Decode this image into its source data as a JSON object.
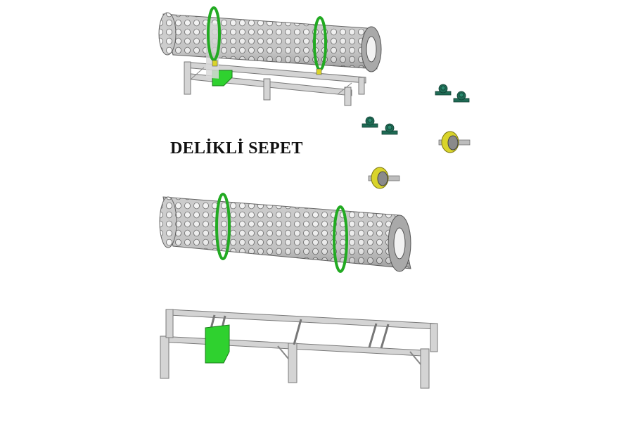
{
  "title": "DELİKLİ SEPET",
  "colors": {
    "background": "#ffffff",
    "metal": "#cfcfcf",
    "metal_dark": "#9a9a9a",
    "hole": "#f4f4f4",
    "ring_green": "#22aa22",
    "hopper_green": "#2fd12f",
    "bearing_teal": "#1f6b55",
    "roller_yellow": "#d9d42a"
  },
  "parts": {
    "assembled_machine": "perforated-drum-on-frame",
    "drum": "perforated-drum",
    "frame": "support-frame",
    "bearings": [
      "pillow-block-bearing",
      "pillow-block-bearing",
      "pillow-block-bearing",
      "pillow-block-bearing"
    ],
    "rollers": [
      "support-roller",
      "support-roller"
    ]
  }
}
